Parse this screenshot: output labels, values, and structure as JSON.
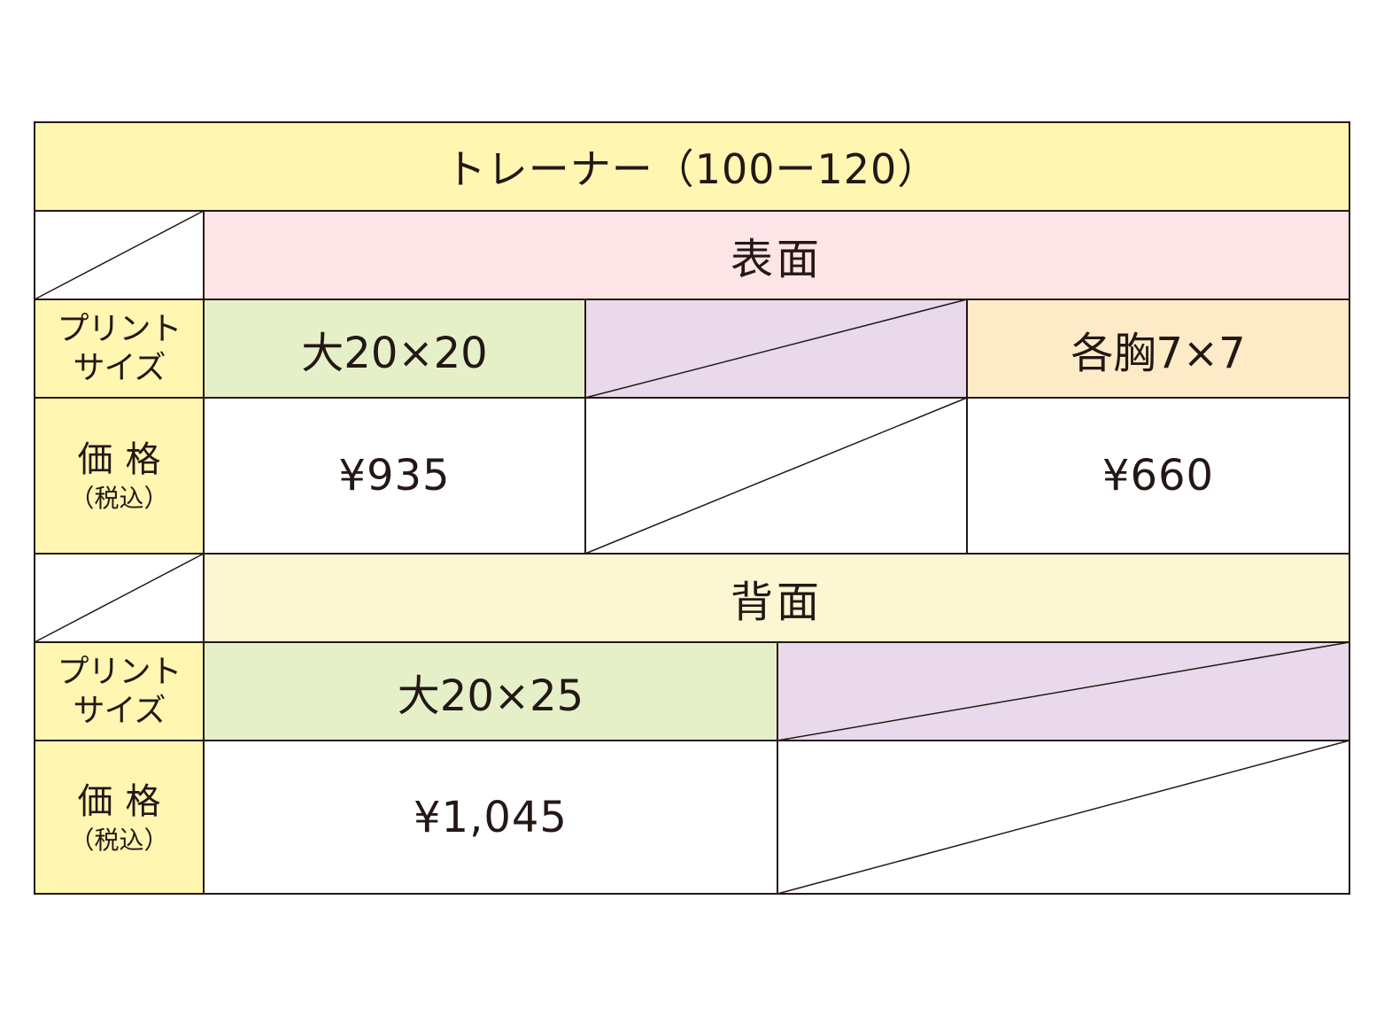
{
  "title": "トレーナー（100ー120）",
  "front": {
    "section_label": "表面",
    "print_size_label_line1": "プリント",
    "print_size_label_line2": "サイズ",
    "price_label_main": "価格",
    "price_label_sub": "（税込）",
    "sizes": [
      "大20×20",
      "",
      "各胸7×7"
    ],
    "prices": [
      "¥935",
      "",
      "¥660"
    ]
  },
  "back": {
    "section_label": "背面",
    "print_size_label_line1": "プリント",
    "print_size_label_line2": "サイズ",
    "price_label_main": "価格",
    "price_label_sub": "（税込）",
    "sizes": [
      "大20×25",
      ""
    ],
    "prices": [
      "¥1,045",
      ""
    ]
  },
  "colors": {
    "title_bg": "#fff7b1",
    "front_header_bg": "#fde4e6",
    "back_header_bg": "#fbf7d2",
    "size_large_bg": "#e5f0c8",
    "size_empty_bg": "#ead9ea",
    "size_chest_bg": "#fdebc8",
    "label_bg": "#fff7b1",
    "border": "#231815"
  }
}
